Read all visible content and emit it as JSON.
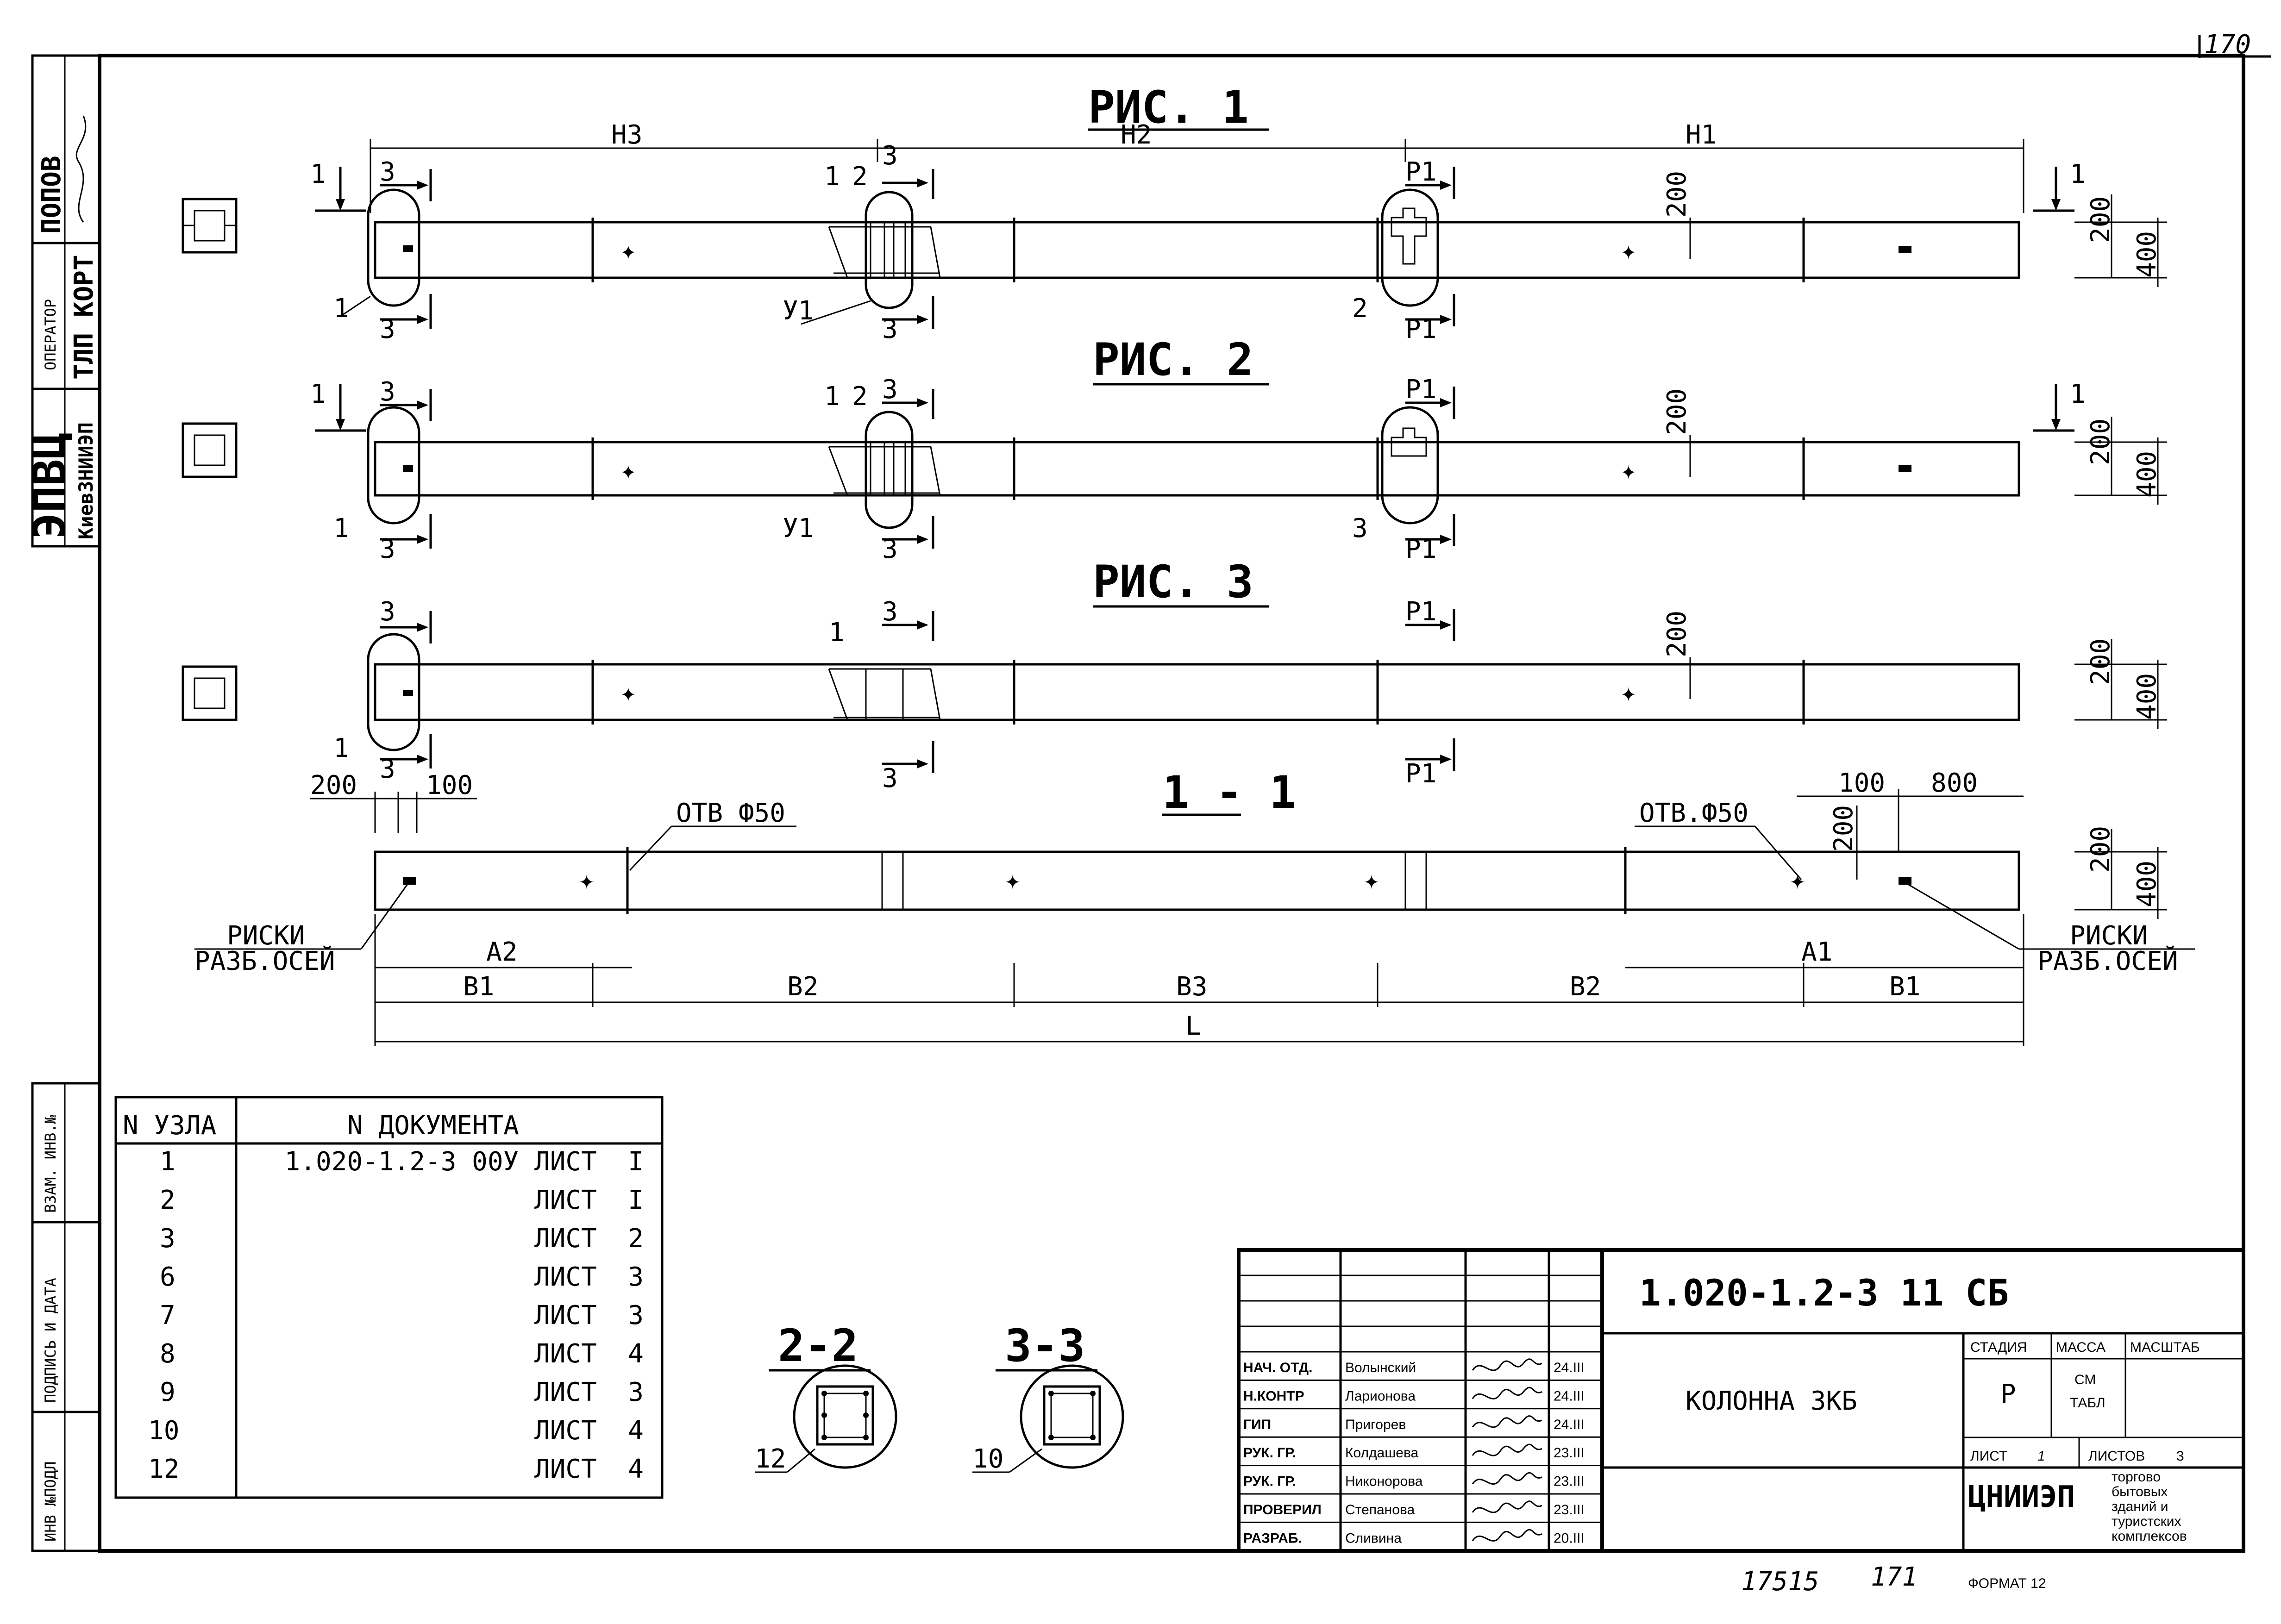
{
  "sheet_number": "170",
  "format": "ФОРМАТ 12",
  "handwritten_footer": [
    "17515",
    "171"
  ],
  "left_stamps": {
    "top": [
      "ПОПОВ"
    ],
    "operator_label": "ОПЕРАТОР",
    "operator_value": "ТЛП КОРТ",
    "org_main": "ЭПВЦ",
    "org_sub": "КиевЗНИИЭП",
    "inv_podl": "ИНВ №ПОДЛ",
    "podpis_data": "ПОДПИСЬ И ДАТА",
    "vzam_inv": "ВЗАМ. ИНВ.№"
  },
  "figures": [
    {
      "title": "РИС. 1",
      "dims_top": [
        "Н3",
        "Н2",
        "Н1"
      ],
      "cut_left": "1",
      "cut_right": "1",
      "sec_left": [
        "3",
        "3"
      ],
      "sec_mid": [
        "3",
        "3"
      ],
      "sec_right": [
        "Р1",
        "Р1"
      ],
      "labels": [
        "1",
        "2",
        "1",
        "У1",
        "1",
        "2"
      ],
      "dim_200_vert": "200",
      "dim_200": "200",
      "dim_400": "400"
    },
    {
      "title": "РИС. 2",
      "cut_left": "1",
      "cut_right": "1",
      "sec_left": [
        "3",
        "3"
      ],
      "sec_mid": [
        "3",
        "3"
      ],
      "sec_right": [
        "Р1",
        "Р1"
      ],
      "labels": [
        "1",
        "2",
        "1",
        "У1",
        "1",
        "3"
      ],
      "dim_200_vert": "200",
      "dim_200": "200",
      "dim_400": "400"
    },
    {
      "title": "РИС. 3",
      "sec_left": [
        "3",
        "3"
      ],
      "sec_mid": [
        "3",
        "3"
      ],
      "sec_right": [
        "Р1",
        "Р1"
      ],
      "labels": [
        "1",
        "1"
      ],
      "dim_200_vert": "200",
      "dim_200": "200",
      "dim_400": "400"
    }
  ],
  "section_1_1": {
    "title": "1 - 1",
    "dim_left": [
      "200",
      "100"
    ],
    "dim_right": [
      "100",
      "800"
    ],
    "hole_left": "ОТВ Ф50",
    "hole_right": "ОТВ.Ф50",
    "marks_left": [
      "РИСКИ",
      "РАЗБ.ОСЕЙ"
    ],
    "marks_right": [
      "РИСКИ",
      "РАЗБ.ОСЕЙ"
    ],
    "dim_200_vert": "200",
    "dim_200": "200",
    "dim_400": "400",
    "dims_a": [
      "А2",
      "А1"
    ],
    "dims_b": [
      "В1",
      "В2",
      "В3",
      "В2",
      "В1"
    ],
    "dim_l": "L"
  },
  "nodes_table": {
    "headers": [
      "N УЗЛА",
      "N ДОКУМЕНТА"
    ],
    "rows": [
      {
        "node": "1",
        "doc": "1.020-1.2-3 00У ЛИСТ  I"
      },
      {
        "node": "2",
        "doc": "ЛИСТ  I"
      },
      {
        "node": "3",
        "doc": "ЛИСТ  2"
      },
      {
        "node": "6",
        "doc": "ЛИСТ  3"
      },
      {
        "node": "7",
        "doc": "ЛИСТ  3"
      },
      {
        "node": "8",
        "doc": "ЛИСТ  4"
      },
      {
        "node": "9",
        "doc": "ЛИСТ  3"
      },
      {
        "node": "10",
        "doc": "ЛИСТ  4"
      },
      {
        "node": "12",
        "doc": "ЛИСТ  4"
      }
    ]
  },
  "sections_small": [
    {
      "title": "2-2",
      "label": "12"
    },
    {
      "title": "3-3",
      "label": "10"
    }
  ],
  "title_block": {
    "doc_code": "1.020-1.2-3  11  СБ",
    "name": "КОЛОННА 3КБ",
    "roles": [
      "НАЧ. ОТД.",
      "Н.КОНТР",
      "ГИП",
      "РУК. ГР.",
      "РУК. ГР.",
      "ПРОВЕРИЛ",
      "РАЗРАБ."
    ],
    "names": [
      "Волынский",
      "Ларионова",
      "Пригорев",
      "Колдашева",
      "Никонорова",
      "Степанова",
      "Сливина"
    ],
    "dates": [
      "24.III",
      "24.III",
      "24.III",
      "23.III",
      "23.III",
      "23.III",
      "20.III"
    ],
    "stage_label": "СТАДИЯ",
    "mass_label": "МАССА",
    "scale_label": "МАСШТАБ",
    "stage_value": "Р",
    "mass_value": [
      "СМ",
      "ТАБЛ"
    ],
    "sheet_label": "ЛИСТ",
    "sheet_value": "1",
    "sheets_label": "ЛИСТОВ",
    "sheets_value": "3",
    "org": "ЦНИИЭП",
    "org_desc": [
      "торгово",
      "бытовых",
      "зданий и",
      "туристских",
      "комплексов"
    ]
  }
}
